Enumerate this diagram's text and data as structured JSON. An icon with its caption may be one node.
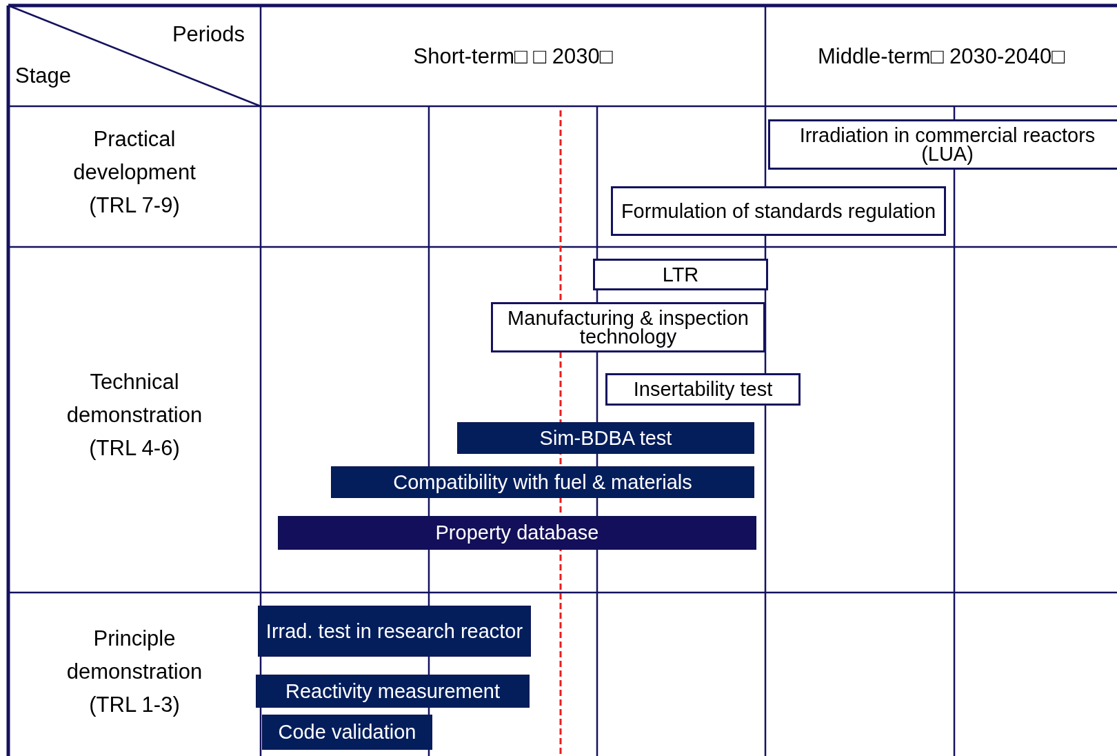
{
  "diagram": {
    "nodes": [
      {
        "text": [
          "Irradiation in commercial reactors (LUA)"
        ]
      },
      {
        "text": [
          "Formulation of standards regulation"
        ]
      },
      {
        "text": [
          "LTR"
        ]
      },
      {
        "text": [
          "Manufacturing & inspection technology"
        ]
      },
      {
        "text": [
          "Insertability test"
        ]
      },
      {
        "text": [
          "Sim-BDBA test"
        ]
      },
      {
        "text": [
          "Compatibility with fuel & materials"
        ]
      },
      {
        "text": [
          "Property database"
        ]
      },
      {
        "text": [
          "Irrad. test in research reactor"
        ]
      },
      {
        "text": [
          "Reactivity measurement"
        ]
      },
      {
        "text": [
          "Code validation"
        ]
      }
    ],
    "edges": [],
    "labels": [
      "Periods",
      "Stage",
      "Short-term□ □ 2030□",
      "Middle-term□ 2030-2040□",
      "Practical development (TRL 7-9)",
      "Technical demonstration (TRL 4-6)",
      "Principle demonstration (TRL 1-3)"
    ]
  }
}
